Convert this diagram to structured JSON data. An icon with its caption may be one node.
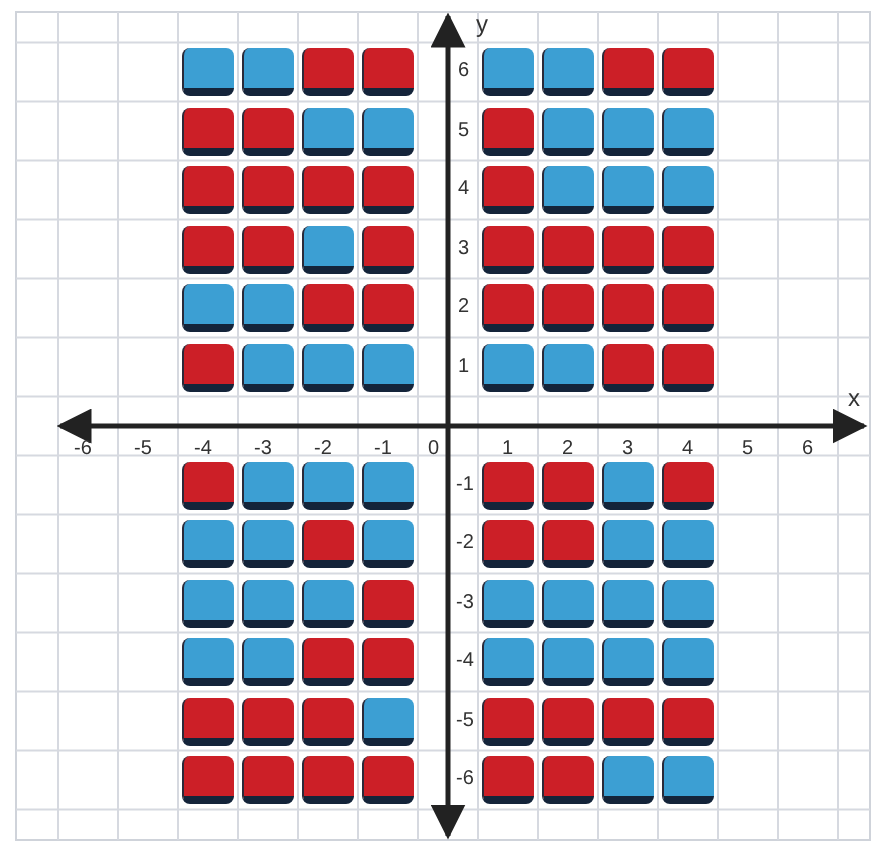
{
  "diagram": {
    "labels": [
      "y",
      "6",
      "5",
      "4",
      "3",
      "2",
      "1",
      "x",
      "-6",
      "-5",
      "-4",
      "-3",
      "-2",
      "-1",
      "0",
      "1",
      "2",
      "3",
      "4",
      "5",
      "6",
      "-1",
      "-2",
      "-3",
      "-4",
      "-5",
      "-6"
    ]
  }
}
